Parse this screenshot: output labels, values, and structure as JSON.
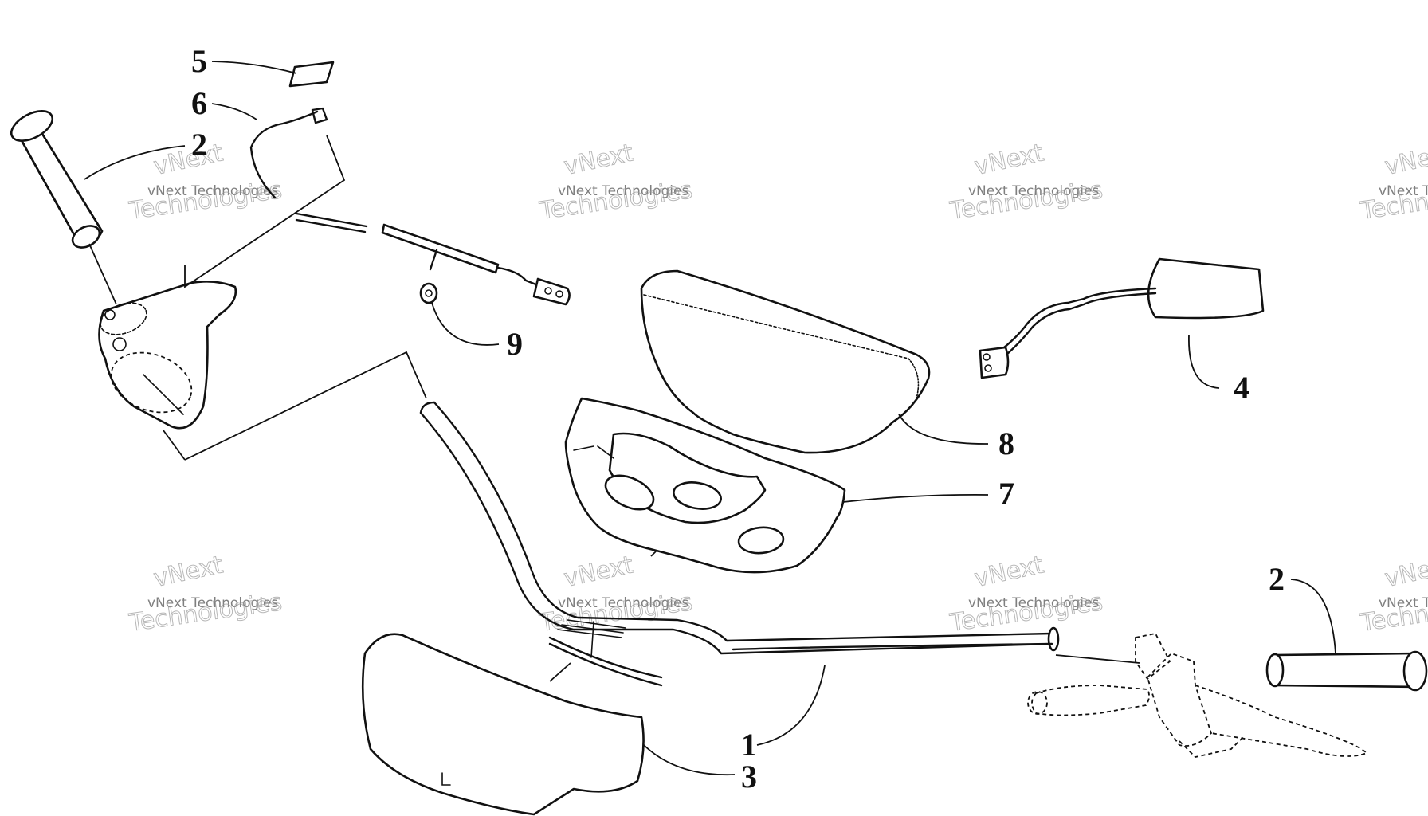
{
  "callouts": {
    "c1": "1",
    "c2_left": "2",
    "c2_right": "2",
    "c3": "3",
    "c4": "4",
    "c5": "5",
    "c6": "6",
    "c7": "7",
    "c8": "8",
    "c9": "9"
  },
  "watermark": {
    "line1": "vNext Technologies",
    "line2": "vNext",
    "line3": "Technologies"
  }
}
